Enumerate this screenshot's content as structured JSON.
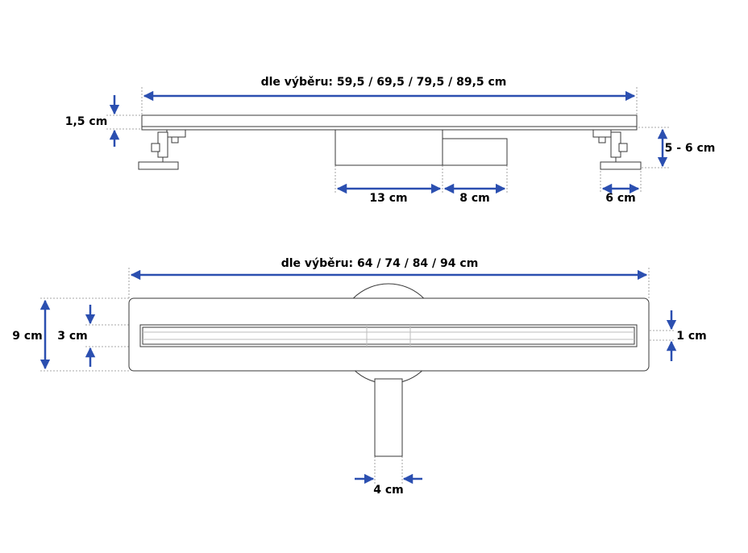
{
  "colors": {
    "dimension_arrow": "#2b4fb0",
    "outline": "#3a3a3a",
    "guide_line": "#8a8a8a",
    "label_text": "#000000"
  },
  "side_view": {
    "total_length_label": "dle výběru: 59,5 / 69,5 / 79,5 / 89,5 cm",
    "height_label": "1,5 cm",
    "leg_height_label": "5 - 6 cm",
    "drain_box_label": "13 cm",
    "outlet_label": "8 cm",
    "foot_label": "6 cm"
  },
  "top_view": {
    "total_length_label": "dle výběru: 64 / 74 / 84 / 94 cm",
    "width_label": "9 cm",
    "slot_width_label": "3 cm",
    "inner_label": "1 cm",
    "pipe_label": "4 cm"
  }
}
